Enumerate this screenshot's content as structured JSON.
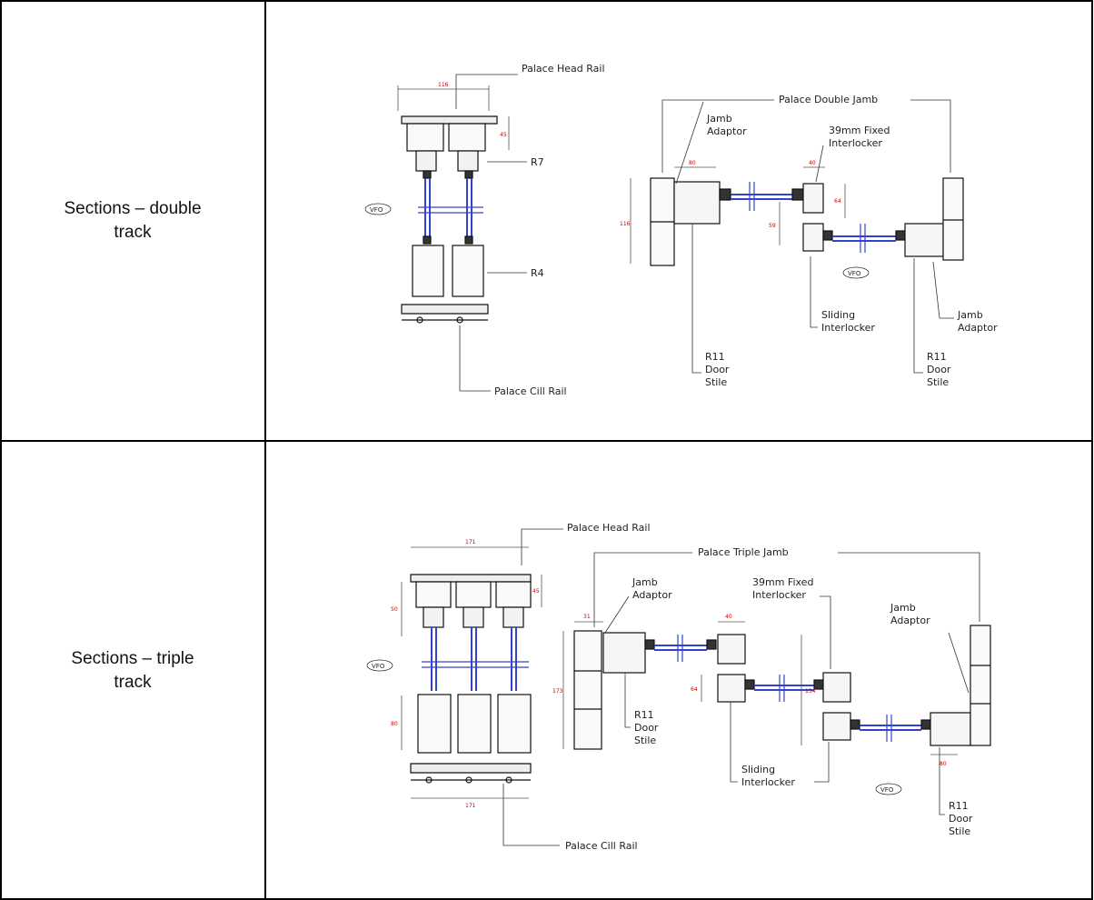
{
  "rows": [
    {
      "label_line1": "Sections – double",
      "label_line2": "track",
      "callouts": {
        "head_rail": "Palace Head Rail",
        "double_jamb": "Palace Double Jamb",
        "jamb_adaptor_left_1": "Jamb",
        "jamb_adaptor_left_2": "Adaptor",
        "fixed_interlocker_1": "39mm  Fixed",
        "fixed_interlocker_2": "Interlocker",
        "r7": "R7",
        "r4": "R4",
        "vfo_left": "VFO",
        "vfo_right": "VFO",
        "sliding_interlocker_1": "Sliding",
        "sliding_interlocker_2": "Interlocker",
        "jamb_adaptor_right_1": "Jamb",
        "jamb_adaptor_right_2": "Adaptor",
        "r11_left_1": "R11",
        "r11_left_2": "Door",
        "r11_left_3": "Stile",
        "r11_right_1": "R11",
        "r11_right_2": "Door",
        "r11_right_3": "Stile",
        "cill_rail": "Palace Cill Rail"
      },
      "dimensions": {
        "d_116": "116",
        "d_45": "45",
        "d_80": "80",
        "d_40": "40",
        "d_116v": "116",
        "d_59": "59",
        "d_64": "64"
      }
    },
    {
      "label_line1": "Sections – triple",
      "label_line2": "track",
      "callouts": {
        "head_rail": "Palace Head Rail",
        "triple_jamb": "Palace Triple Jamb",
        "jamb_adaptor_left_1": "Jamb",
        "jamb_adaptor_left_2": "Adaptor",
        "fixed_interlocker_1": "39mm  Fixed",
        "fixed_interlocker_2": "Interlocker",
        "jamb_adaptor_right_1": "Jamb",
        "jamb_adaptor_right_2": "Adaptor",
        "vfo_left": "VFO",
        "vfo_right": "VFO",
        "r11_left_1": "R11",
        "r11_left_2": "Door",
        "r11_left_3": "Stile",
        "sliding_interlocker_1": "Sliding",
        "sliding_interlocker_2": "Interlocker",
        "r11_right_1": "R11",
        "r11_right_2": "Door",
        "r11_right_3": "Stile",
        "cill_rail": "Palace Cill Rail"
      },
      "dimensions": {
        "d_171_top": "171",
        "d_171_bottom": "171",
        "d_45": "45",
        "d_50": "50",
        "d_80": "80",
        "d_31": "31",
        "d_40": "40",
        "d_173": "173",
        "d_64": "64",
        "d_154": "154",
        "d_80b": "80"
      }
    }
  ]
}
